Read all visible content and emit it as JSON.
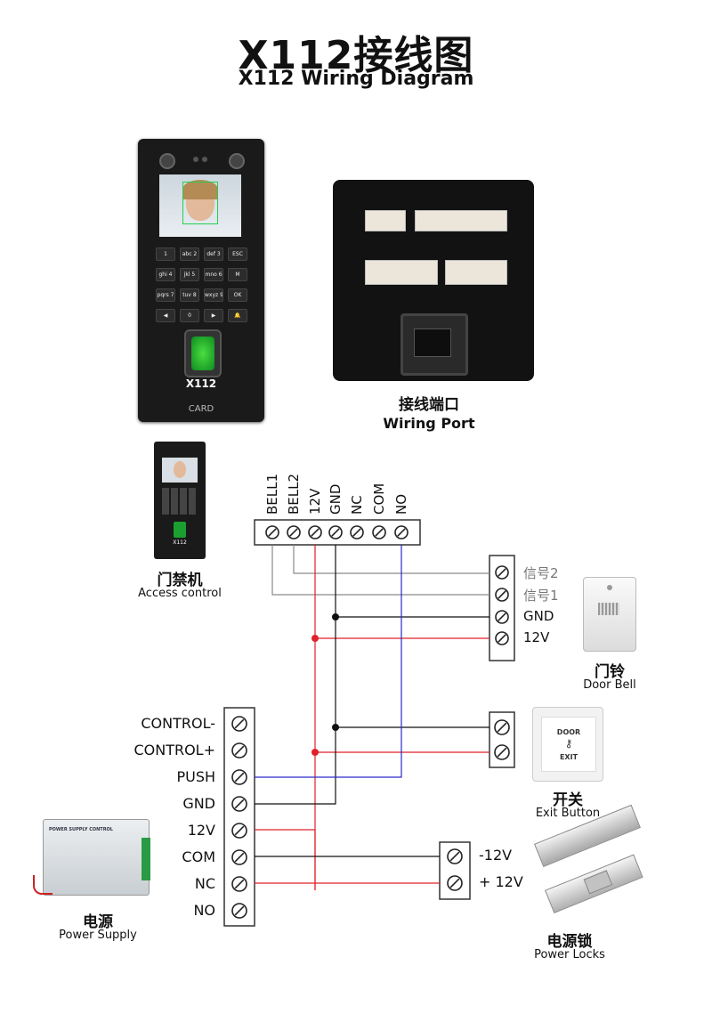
{
  "header": {
    "title_cn": "X112接线图",
    "title_en": "X112 Wiring Diagram"
  },
  "device": {
    "model": "X112",
    "brand": "CARD",
    "keypad": [
      "1",
      "abc 2",
      "def 3",
      "ESC",
      "ghi 4",
      "jkl 5",
      "mno 6",
      "M",
      "pqrs 7",
      "tuv 8",
      "wxyz 9",
      "OK",
      "◀",
      "0",
      "▶",
      "🔔"
    ]
  },
  "wiring_port": {
    "caption_cn": "接线端口",
    "caption_en": "Wiring Port"
  },
  "access_control": {
    "caption_cn": "门禁机",
    "caption_en": "Access control",
    "terminals": [
      "BELL1",
      "BELL2",
      "12V",
      "GND",
      "NC",
      "COM",
      "NO"
    ]
  },
  "door_bell": {
    "caption_cn": "门铃",
    "caption_en": "Door Bell",
    "terminals": [
      "信号2",
      "信号1",
      "GND",
      "12V"
    ]
  },
  "exit_button": {
    "caption_cn": "开关",
    "caption_en": "Exit Button",
    "face_top": "DOOR",
    "face_bottom": "EXIT"
  },
  "power_supply": {
    "caption_cn": "电源",
    "caption_en": "Power Supply",
    "label_title": "POWER SUPPLY CONTROL",
    "terminals": [
      "CONTROL-",
      "CONTROL+",
      "PUSH",
      "GND",
      "12V",
      "COM",
      "NC",
      "NO"
    ]
  },
  "power_locks": {
    "caption_cn": "电源锁",
    "caption_en": "Power Locks",
    "terminals": [
      "-12V",
      "+ 12V"
    ]
  },
  "colors": {
    "red_wire": "#e0202a",
    "black_wire": "#111111",
    "blue_wire": "#2a2acc",
    "gray_wire": "#8a8a8a"
  }
}
